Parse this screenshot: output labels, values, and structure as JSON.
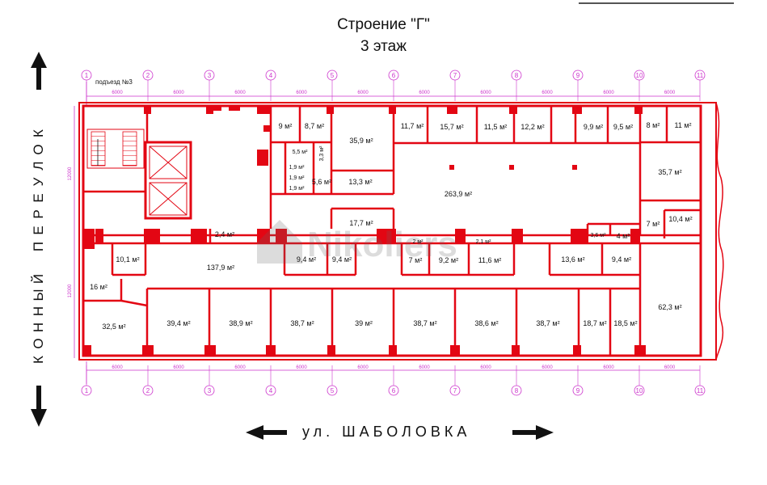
{
  "header": {
    "building": "Строение \"Г\"",
    "floor": "3 этаж"
  },
  "entrance_label": "подъезд №3",
  "street_label": "ул. ШАБОЛОВКА",
  "lane_label": "КОННЫЙ ПЕРЕУЛОК",
  "axes": [
    "1",
    "2",
    "3",
    "4",
    "5",
    "6",
    "7",
    "8",
    "9",
    "10",
    "11"
  ],
  "span_label": "6000",
  "vertical_span_label": "12000",
  "watermark": "Nikoliers",
  "colors": {
    "wall": "#e30613",
    "grid": "#cc33cc",
    "axis": "#cc33cc",
    "text": "#111111"
  },
  "rooms": [
    {
      "id": "r1",
      "area": "9 м²"
    },
    {
      "id": "r2",
      "area": "8,7 м²"
    },
    {
      "id": "r3",
      "area": "35,9 м²"
    },
    {
      "id": "r4",
      "area": "11,7 м²"
    },
    {
      "id": "r5",
      "area": "15,7 м²"
    },
    {
      "id": "r6",
      "area": "11,5 м²"
    },
    {
      "id": "r7",
      "area": "12,2 м²"
    },
    {
      "id": "r8",
      "area": "9,9 м²"
    },
    {
      "id": "r9",
      "area": "9,5 м²"
    },
    {
      "id": "r10",
      "area": "8 м²"
    },
    {
      "id": "r11",
      "area": "11 м²"
    },
    {
      "id": "r12",
      "area": "5,5 м²"
    },
    {
      "id": "r13",
      "area": "3,3 м²"
    },
    {
      "id": "r14",
      "area": "1,9 м²"
    },
    {
      "id": "r15",
      "area": "1,9 м²"
    },
    {
      "id": "r16",
      "area": "1,9 м²"
    },
    {
      "id": "r17",
      "area": "5,6 м²"
    },
    {
      "id": "r18",
      "area": "13,3 м²"
    },
    {
      "id": "r19",
      "area": "263,9 м²"
    },
    {
      "id": "r20",
      "area": "35,7 м²"
    },
    {
      "id": "r21",
      "area": "17,7 м²"
    },
    {
      "id": "r22",
      "area": "2,4 м²"
    },
    {
      "id": "r23",
      "area": "7 м²"
    },
    {
      "id": "r24",
      "area": "10,4 м²"
    },
    {
      "id": "r25",
      "area": "3,6 м²"
    },
    {
      "id": "r26",
      "area": "4 м²"
    },
    {
      "id": "r27",
      "area": "2 м²"
    },
    {
      "id": "r28",
      "area": "2,1 м²"
    },
    {
      "id": "r29",
      "area": "10,1 м²"
    },
    {
      "id": "r30",
      "area": "137,9 м²"
    },
    {
      "id": "r31",
      "area": "9,4 м²"
    },
    {
      "id": "r32",
      "area": "9,4 м²"
    },
    {
      "id": "r33",
      "area": "7 м²"
    },
    {
      "id": "r34",
      "area": "9,2 м²"
    },
    {
      "id": "r35",
      "area": "11,6 м²"
    },
    {
      "id": "r36",
      "area": "13,6 м²"
    },
    {
      "id": "r37",
      "area": "9,4 м²"
    },
    {
      "id": "r38",
      "area": "16 м²"
    },
    {
      "id": "r39",
      "area": "32,5 м²"
    },
    {
      "id": "r40",
      "area": "39,4 м²"
    },
    {
      "id": "r41",
      "area": "38,9 м²"
    },
    {
      "id": "r42",
      "area": "38,7 м²"
    },
    {
      "id": "r43",
      "area": "39 м²"
    },
    {
      "id": "r44",
      "area": "38,7 м²"
    },
    {
      "id": "r45",
      "area": "38,6 м²"
    },
    {
      "id": "r46",
      "area": "38,7 м²"
    },
    {
      "id": "r47",
      "area": "18,7 м²"
    },
    {
      "id": "r48",
      "area": "18,5 м²"
    },
    {
      "id": "r49",
      "area": "62,3 м²"
    }
  ]
}
